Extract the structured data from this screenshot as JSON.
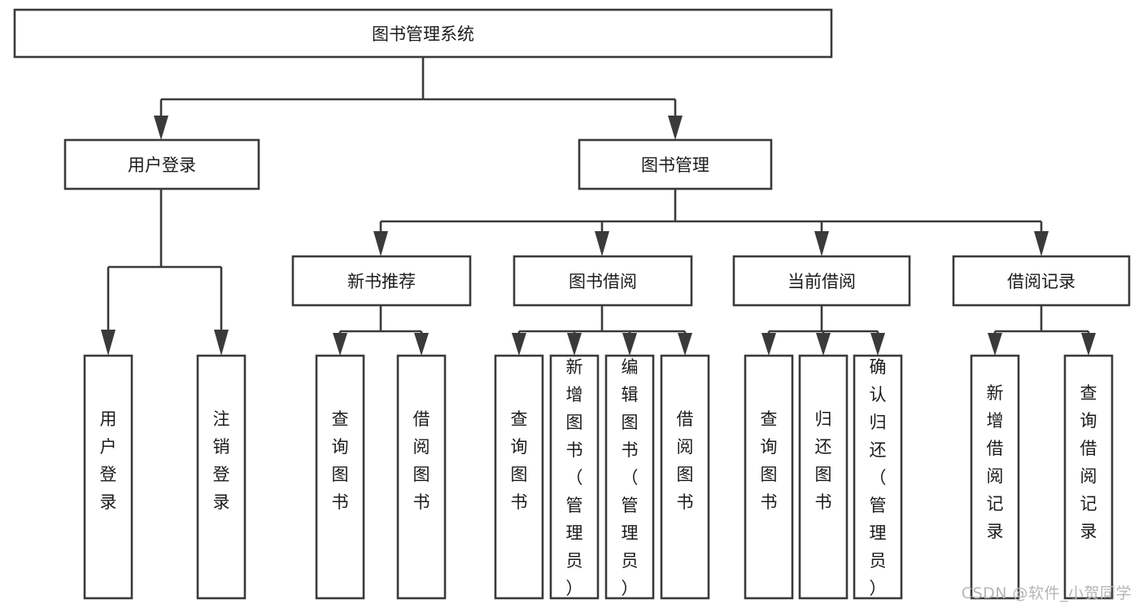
{
  "diagram": {
    "title": "图书管理系统",
    "watermark": "CSDN @软件_小贺同学",
    "colors": {
      "stroke": "#3a3a3a",
      "box_fill": "#ffffff",
      "text": "#1b1b1b",
      "watermark": "#b6b6b6",
      "background": "#ffffff"
    },
    "root": {
      "id": "root",
      "label": "图书管理系统",
      "orientation": "horizontal"
    },
    "level2": [
      {
        "id": "user-login",
        "label": "用户登录",
        "orientation": "horizontal"
      },
      {
        "id": "book-management",
        "label": "图书管理",
        "orientation": "horizontal"
      }
    ],
    "level3": [
      {
        "id": "new-book-recommend",
        "label": "新书推荐",
        "orientation": "horizontal",
        "parent": "book-management"
      },
      {
        "id": "book-borrow",
        "label": "图书借阅",
        "orientation": "horizontal",
        "parent": "book-management"
      },
      {
        "id": "current-borrow",
        "label": "当前借阅",
        "orientation": "horizontal",
        "parent": "book-management"
      },
      {
        "id": "borrow-record",
        "label": "借阅记录",
        "orientation": "horizontal",
        "parent": "book-management"
      }
    ],
    "leaves": [
      {
        "id": "leaf-user-login",
        "label": "用户登录",
        "orientation": "vertical",
        "parent": "user-login"
      },
      {
        "id": "leaf-logout-login",
        "label": "注销登录",
        "orientation": "vertical",
        "parent": "user-login"
      },
      {
        "id": "leaf-query-book-1",
        "label": "查询图书",
        "orientation": "vertical",
        "parent": "new-book-recommend"
      },
      {
        "id": "leaf-borrow-book-1",
        "label": "借阅图书",
        "orientation": "vertical",
        "parent": "new-book-recommend"
      },
      {
        "id": "leaf-query-book-2",
        "label": "查询图书",
        "orientation": "vertical",
        "parent": "book-borrow"
      },
      {
        "id": "leaf-add-book-admin",
        "label": "新增图书（管理员）",
        "orientation": "vertical",
        "parent": "book-borrow"
      },
      {
        "id": "leaf-edit-book-admin",
        "label": "编辑图书（管理员）",
        "orientation": "vertical",
        "parent": "book-borrow"
      },
      {
        "id": "leaf-borrow-book-2",
        "label": "借阅图书",
        "orientation": "vertical",
        "parent": "book-borrow"
      },
      {
        "id": "leaf-query-book-3",
        "label": "查询图书",
        "orientation": "vertical",
        "parent": "current-borrow"
      },
      {
        "id": "leaf-return-book",
        "label": "归还图书",
        "orientation": "vertical",
        "parent": "current-borrow"
      },
      {
        "id": "leaf-confirm-return-admin",
        "label": "确认归还（管理员）",
        "orientation": "vertical",
        "parent": "current-borrow"
      },
      {
        "id": "leaf-add-borrow-record",
        "label": "新增借阅记录",
        "orientation": "vertical",
        "parent": "borrow-record"
      },
      {
        "id": "leaf-query-borrow-record",
        "label": "查询借阅记录",
        "orientation": "vertical",
        "parent": "borrow-record"
      }
    ]
  }
}
